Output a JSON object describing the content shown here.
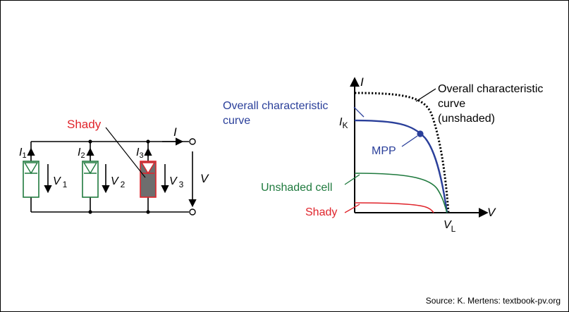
{
  "circuit": {
    "shady_label": "Shady",
    "current_label": "I",
    "voltage_label": "V",
    "cells": [
      {
        "current": "I",
        "current_sub": "1",
        "voltage": "V",
        "voltage_sub": "1",
        "shaded": false
      },
      {
        "current": "I",
        "current_sub": "2",
        "voltage": "V",
        "voltage_sub": "2",
        "shaded": false
      },
      {
        "current": "I",
        "current_sub": "3",
        "voltage": "V",
        "voltage_sub": "3",
        "shaded": true
      }
    ]
  },
  "graph": {
    "y_axis_label": "I",
    "x_axis_label": "V",
    "ik_label": "I",
    "ik_sub": "K",
    "vl_label": "V",
    "vl_sub": "L",
    "mpp_label": "MPP",
    "overall_label_line1": "Overall characteristic",
    "overall_label_line2": "curve",
    "unshaded_overall_line1": "Overall characteristic",
    "unshaded_overall_line2": "curve",
    "unshaded_overall_line3": "(unshaded)",
    "unshaded_cell_label": "Unshaded cell",
    "shady_label": "Shady"
  },
  "colors": {
    "blue": "#2a3f9a",
    "green": "#1f7a3e",
    "red": "#e0242b",
    "gray": "#6e6e6e"
  },
  "source": "Source: K. Mertens: textbook-pv.org"
}
